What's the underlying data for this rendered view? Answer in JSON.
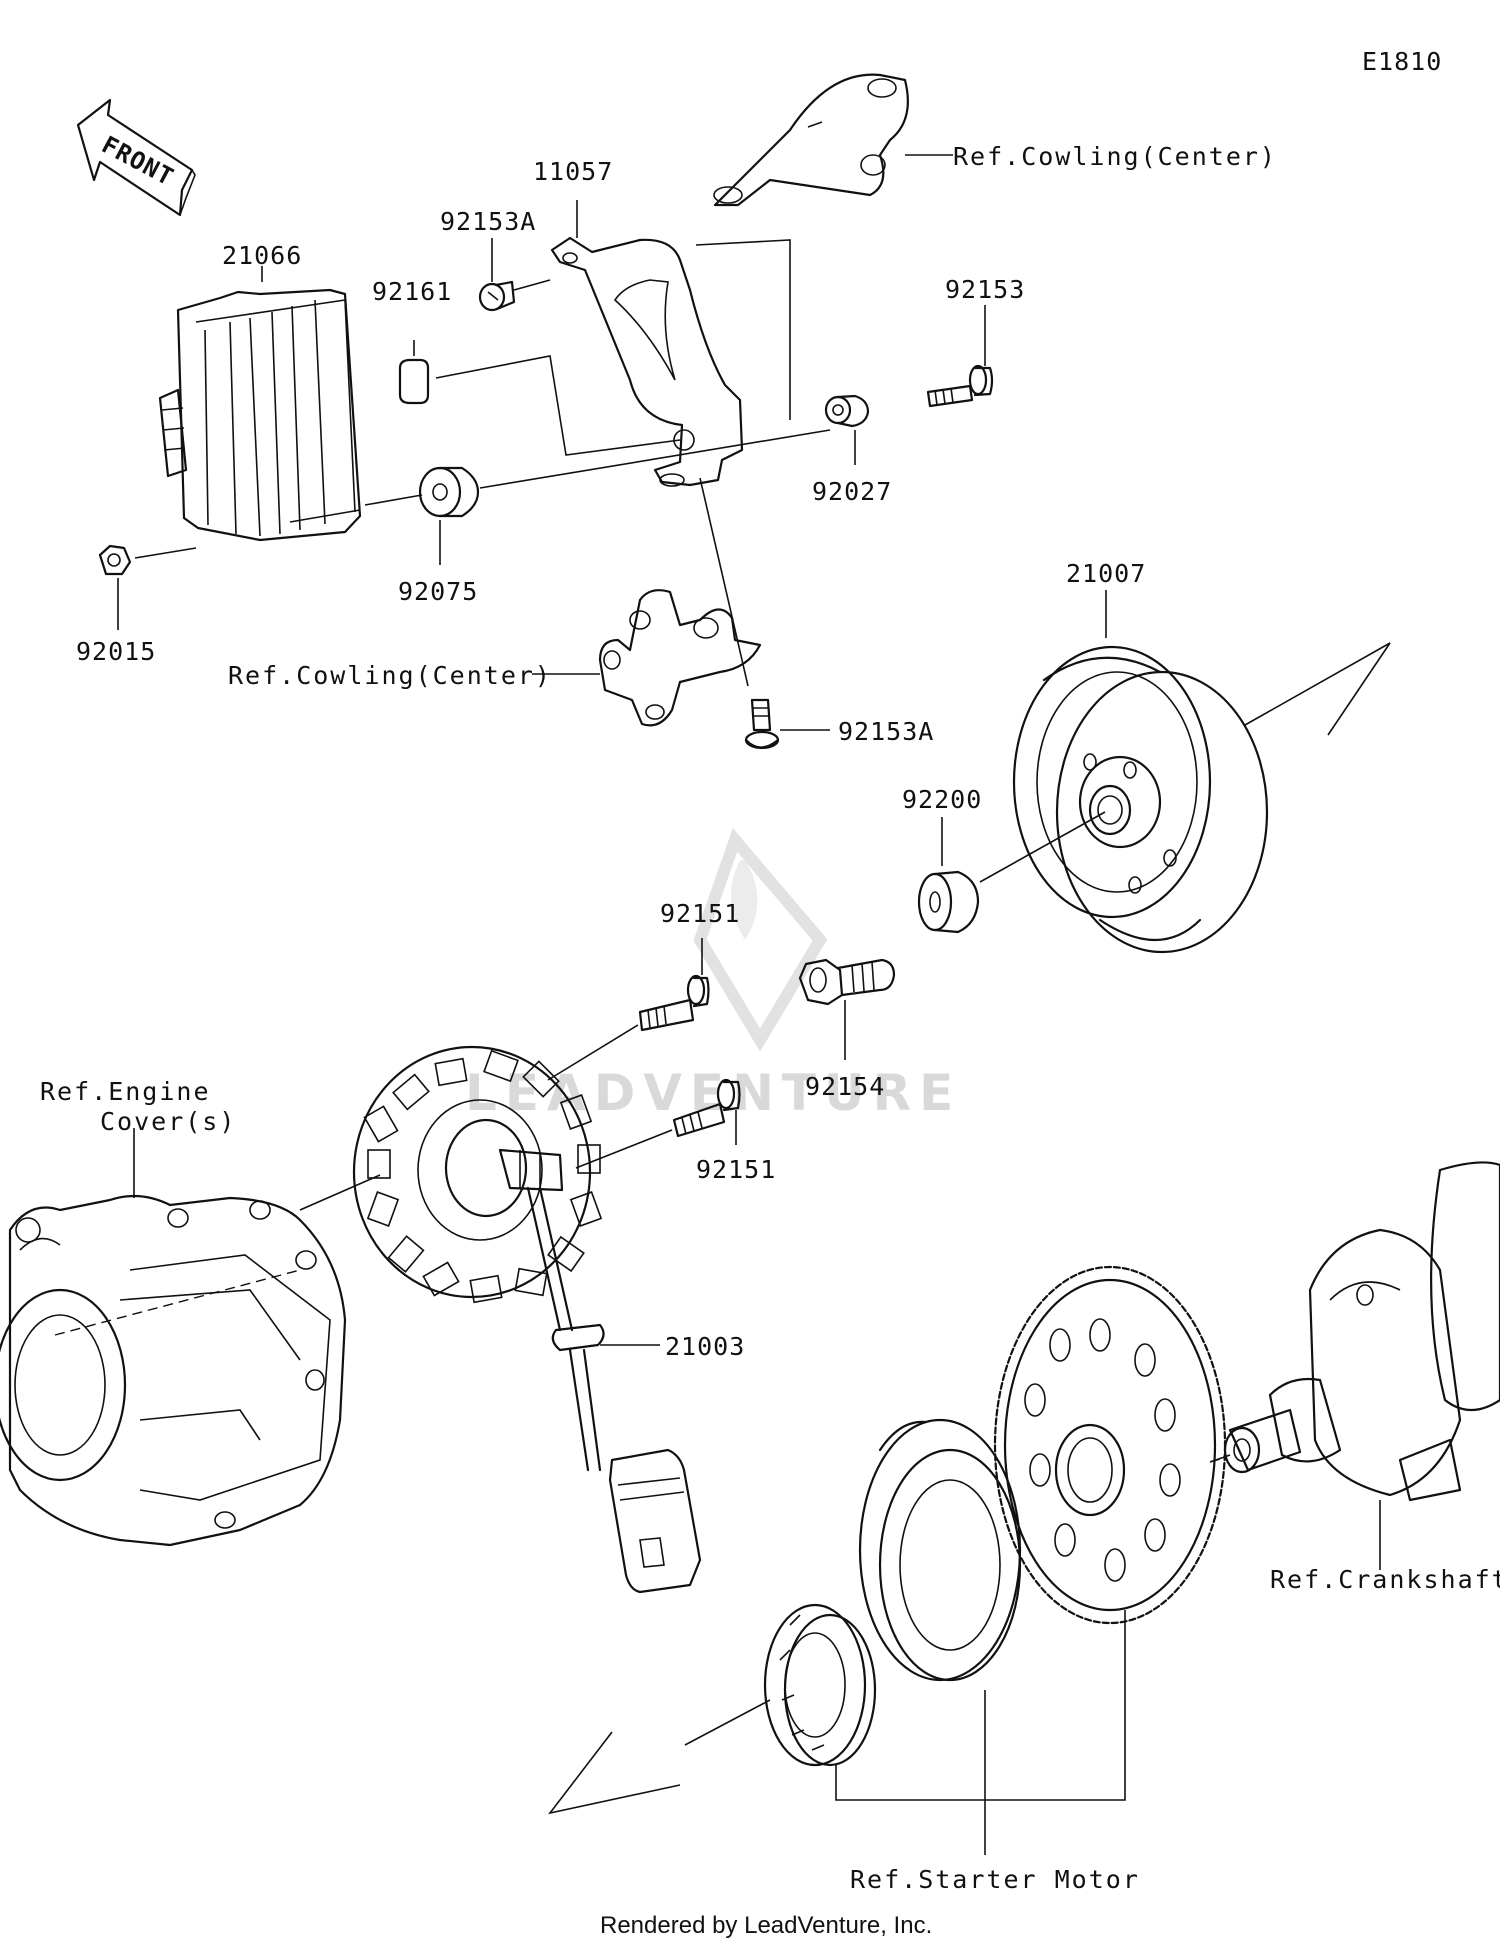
{
  "diagram_code": "E1810",
  "front_label": "FRONT",
  "watermark": "LEADVENTURE",
  "footer": "Rendered by LeadVenture, Inc.",
  "part_numbers": {
    "p11057": "11057",
    "p21066": "21066",
    "p92153A_top": "92153A",
    "p92161": "92161",
    "p92153": "92153",
    "p92027": "92027",
    "p92075": "92075",
    "p92015": "92015",
    "p92153A_bottom": "92153A",
    "p21007": "21007",
    "p92200": "92200",
    "p92151_top": "92151",
    "p92154": "92154",
    "p92151_bottom": "92151",
    "p21003": "21003"
  },
  "references": {
    "cowling_top": "Ref.Cowling(Center)",
    "cowling_mid": "Ref.Cowling(Center)",
    "engine_cover_line1": "Ref.Engine",
    "engine_cover_line2": "Cover(s)",
    "crankshaft": "Ref.Crankshaft",
    "starter_motor": "Ref.Starter Motor"
  }
}
